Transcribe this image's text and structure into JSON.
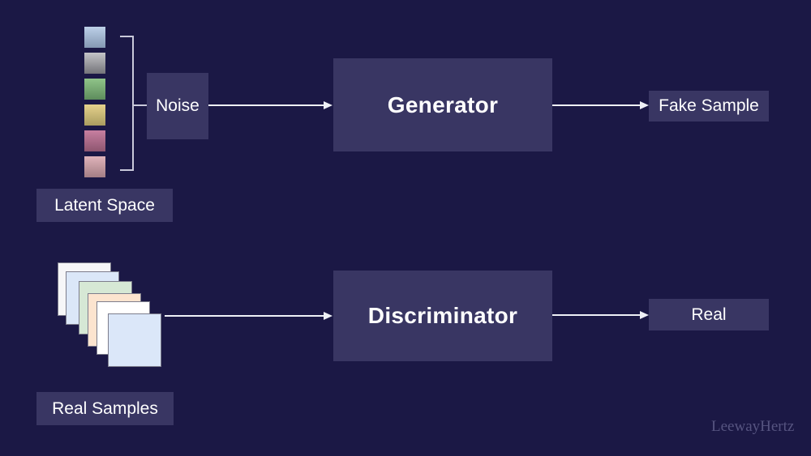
{
  "colors": {
    "background": "#1b1845",
    "node_fill": "#393663",
    "connector": "#eef0f6",
    "bracket": "#c9c9da",
    "watermark_text": "#565480"
  },
  "nodes": {
    "noise": "Noise",
    "generator": "Generator",
    "fake_sample": "Fake Sample",
    "discriminator": "Discriminator",
    "real": "Real"
  },
  "labels": {
    "latent_space": "Latent Space",
    "real_samples": "Real Samples"
  },
  "latent_vectors": [
    {
      "top": "#bdd0e8",
      "bottom": "#8498b3"
    },
    {
      "top": "#c4c4c8",
      "bottom": "#747479"
    },
    {
      "top": "#90c489",
      "bottom": "#5d8c5c"
    },
    {
      "top": "#e6d28c",
      "bottom": "#a99c60"
    },
    {
      "top": "#c77fa0",
      "bottom": "#8e5670"
    },
    {
      "top": "#e0b3ba",
      "bottom": "#a37e85"
    }
  ],
  "real_sample_stack": [
    {
      "color": "#f6f6f8"
    },
    {
      "color": "#dbe7f8"
    },
    {
      "color": "#d6e8d5"
    },
    {
      "color": "#fce4cf"
    },
    {
      "color": "#ffffff"
    },
    {
      "color": "#dbe7f9"
    }
  ],
  "watermark": "LeewayHertz"
}
